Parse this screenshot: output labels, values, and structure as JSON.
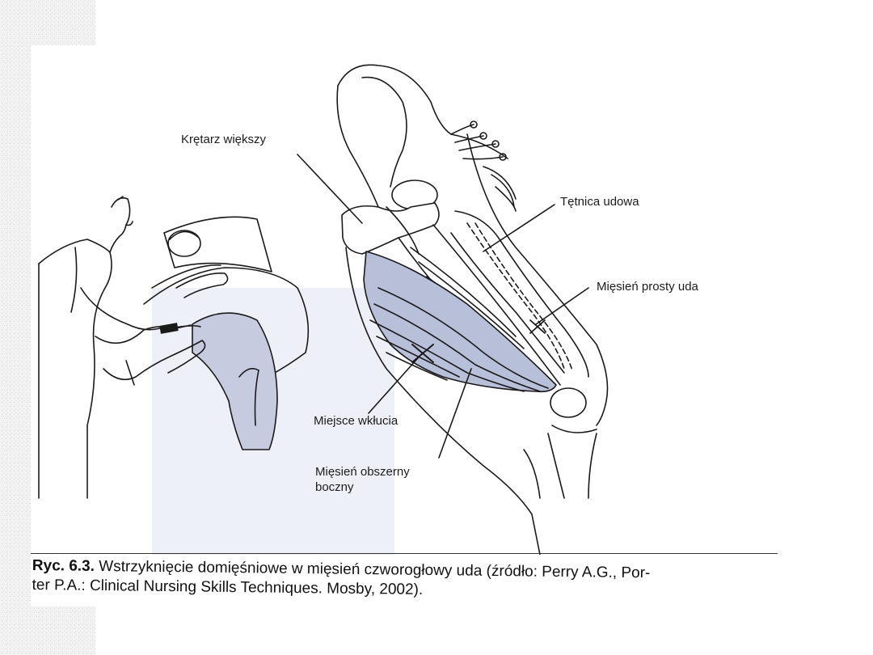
{
  "labels": {
    "greater_trochanter": "Krętarz większy",
    "femoral_artery": "Tętnica udowa",
    "rectus_femoris": "Mięsień prosty uda",
    "injection_site": "Miejsce wkłucia",
    "vastus_lateralis_line1": "Mięsień obszerny",
    "vastus_lateralis_line2": "boczny"
  },
  "caption": {
    "figure_number": "Ryc. 6.3.",
    "line1": "Wstrzyknięcie domięśniowe w mięsień czworogłowy uda (źródło: Perry A.G., Por-",
    "line2": "ter P.A.: Clinical Nursing Skills Techniques. Mosby, 2002)."
  },
  "colors": {
    "muscle_shade": "#b8bfd8",
    "thigh_shade": "#c7cbe0",
    "ink": "#1a1a1a"
  }
}
